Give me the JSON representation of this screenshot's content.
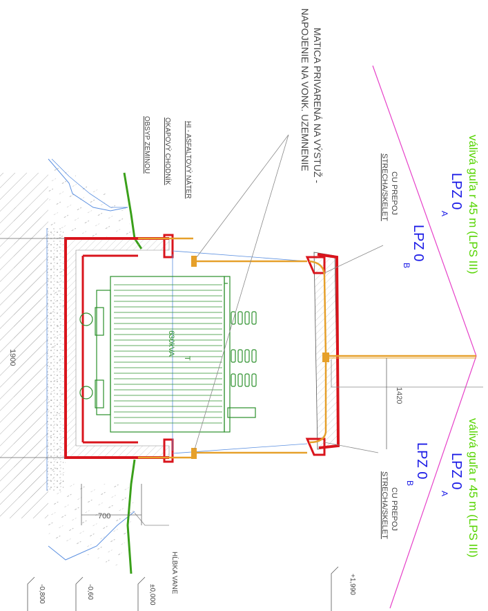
{
  "zone_labels": {
    "sphere_left": "válivá guľa r 45 m (LPS III)",
    "sphere_right": "válivá guľa r 45 m (LPS III)",
    "lpz0a_left": "LPZ 0",
    "lpz0a_left_sub": "A",
    "lpz0b_left": "LPZ 0",
    "lpz0b_left_sub": "B",
    "lpz0b_right": "LPZ 0",
    "lpz0b_right_sub": "B",
    "lpz0a_right": "LPZ 0",
    "lpz0a_right_sub": "A"
  },
  "annotations": {
    "cu_left_1": "CU PREPOJ",
    "cu_left_2": "STRECHA/SKELET",
    "cu_right_1": "CU PREPOJ",
    "cu_right_2": "STRECHA/SKELET",
    "nut_line1": "MATICA PRIVARENÁ NA VÝSTUŽ -",
    "nut_line2": "NAPOJENIE NA VONK. UZEMNENIE",
    "coating": "HI - ASFALTOVÝ NÁTER",
    "walkway": "OKAPOVÝ CHODNÍK",
    "backfill": "OBSYP ZEMINOU",
    "transformer_1": "T",
    "transformer_2": "630kVA",
    "tank_depth": "HĹBKA VANE"
  },
  "dimensions": {
    "d1420": "1420",
    "d700": "700",
    "d1900": "1900"
  },
  "levels": {
    "l1990": "+1,990",
    "l000": "±0,000",
    "l060": "-0,60",
    "l080": "-0,800"
  },
  "colors": {
    "wall_red": "#d9141c",
    "conductor_orange": "#e6a02a",
    "transformer_green": "#2a8f2a",
    "lpz_blue": "#1a1ae6",
    "sphere_green": "#55d400",
    "arc_magenta": "#e640c8",
    "ground_blue": "#5a8fe0",
    "grass_green": "#3aa01a"
  }
}
